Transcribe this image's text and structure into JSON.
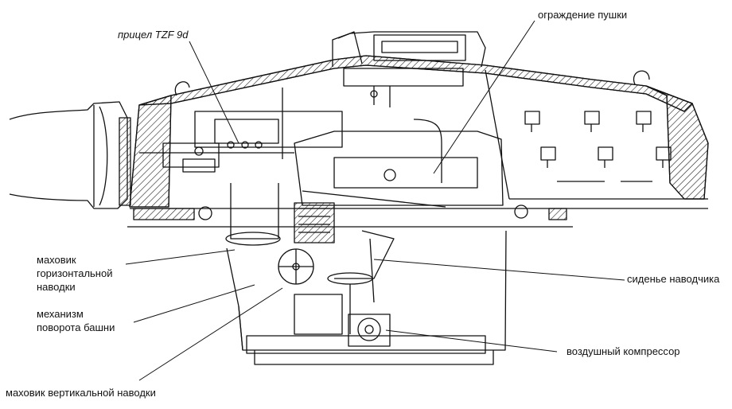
{
  "labels": {
    "sight": "прицел TZF 9d",
    "gun_guard": "ограждение пушки",
    "traverse_handwheel": [
      "маховик",
      "горизонтальной",
      "наводки"
    ],
    "traverse_mechanism": [
      "механизм",
      "поворота башни"
    ],
    "elevation_handwheel": "маховик вертикальной наводки",
    "gunner_seat": "сиденье наводчика",
    "air_compressor": "воздушный компрессор"
  }
}
